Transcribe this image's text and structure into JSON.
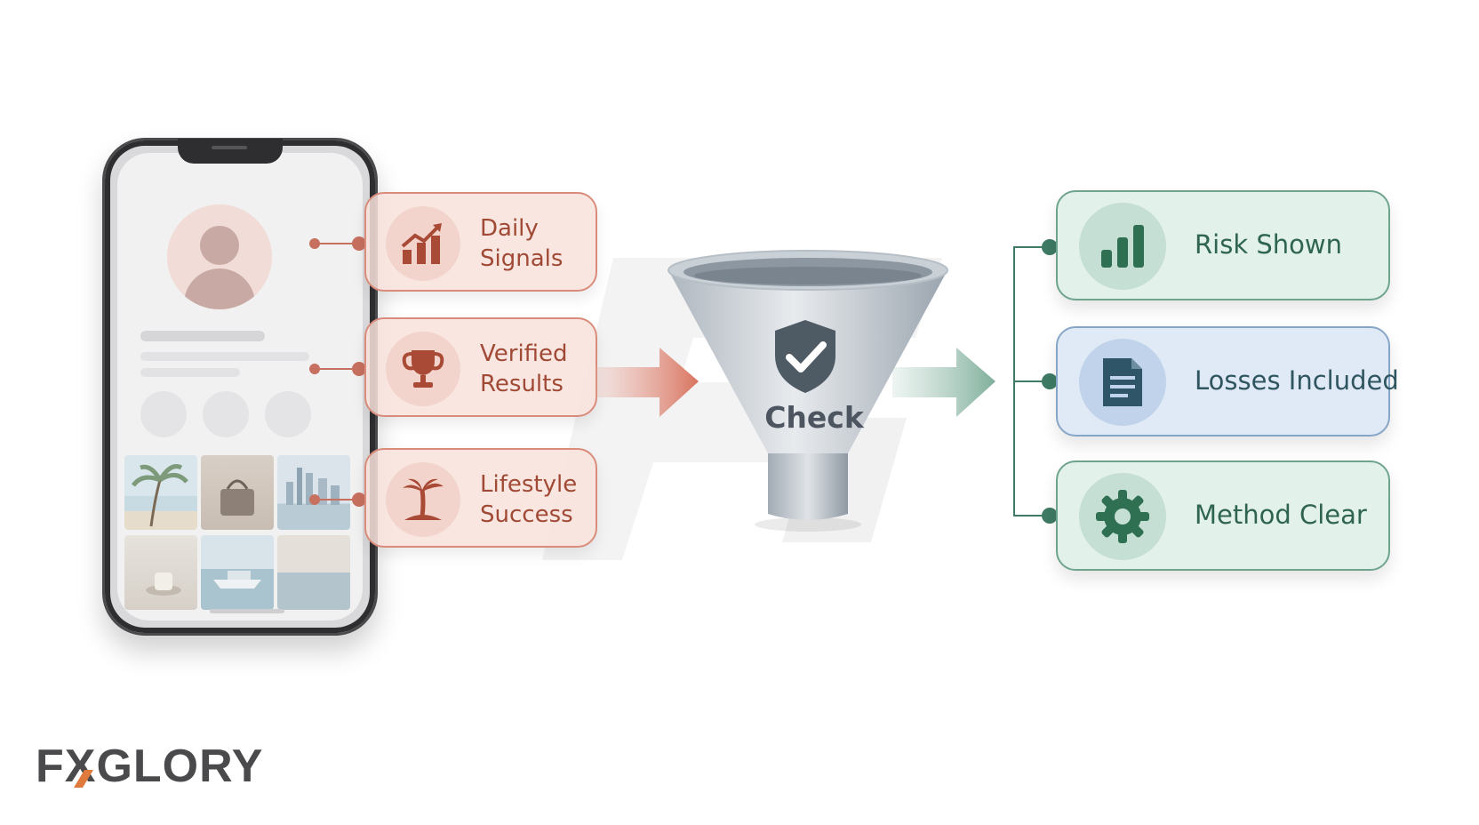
{
  "left_items": [
    {
      "line1": "Daily",
      "line2": "Signals",
      "icon": "chart-growth-icon"
    },
    {
      "line1": "Verified",
      "line2": "Results",
      "icon": "trophy-icon"
    },
    {
      "line1": "Lifestyle",
      "line2": "Success",
      "icon": "palm-tree-icon"
    }
  ],
  "funnel": {
    "label": "Check",
    "icon": "shield-check-icon"
  },
  "right_items": [
    {
      "label": "Risk Shown",
      "icon": "bar-chart-icon"
    },
    {
      "label": "Losses Included",
      "icon": "document-icon"
    },
    {
      "label": "Method Clear",
      "icon": "gear-icon"
    }
  ],
  "brand": {
    "logo": "FXGLORY"
  },
  "colors": {
    "warm_accent": "#c7705f",
    "warm_text": "#a04a36",
    "green_accent": "#3e7a64",
    "blue_accent": "#2f5560",
    "funnel_gray": "#9aa4ae"
  }
}
